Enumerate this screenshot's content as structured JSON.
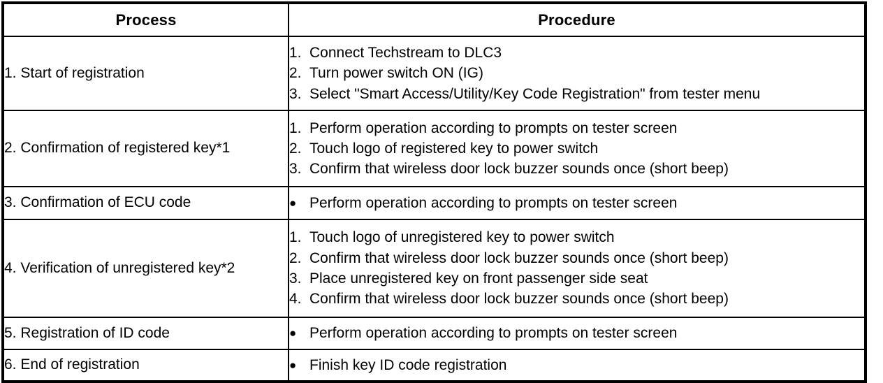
{
  "table": {
    "headers": {
      "process": "Process",
      "procedure": "Procedure"
    },
    "rows": [
      {
        "process": "1. Start of registration",
        "marker_type": "numbered",
        "steps": [
          {
            "marker": "1.",
            "text": "Connect Techstream to DLC3"
          },
          {
            "marker": "2.",
            "text": "Turn power switch ON (IG)"
          },
          {
            "marker": "3.",
            "text": "Select \"Smart Access/Utility/Key Code Registration\" from tester menu"
          }
        ]
      },
      {
        "process": "2. Confirmation of registered key*1",
        "marker_type": "numbered",
        "steps": [
          {
            "marker": "1.",
            "text": "Perform operation according to prompts on tester screen"
          },
          {
            "marker": "2.",
            "text": "Touch logo of registered key to power switch"
          },
          {
            "marker": "3.",
            "text": "Confirm that wireless door lock buzzer sounds once (short beep)"
          }
        ]
      },
      {
        "process": "3. Confirmation of ECU code",
        "marker_type": "bullet",
        "steps": [
          {
            "marker": "●",
            "text": "Perform operation according to prompts on tester screen"
          }
        ]
      },
      {
        "process": "4. Verification of unregistered key*2",
        "marker_type": "numbered",
        "steps": [
          {
            "marker": "1.",
            "text": "Touch logo of unregistered key to power switch"
          },
          {
            "marker": "2.",
            "text": "Confirm that wireless door lock buzzer sounds once (short beep)"
          },
          {
            "marker": "3.",
            "text": "Place unregistered key on front passenger side seat"
          },
          {
            "marker": "4.",
            "text": "Confirm that wireless door lock buzzer sounds once (short beep)"
          }
        ]
      },
      {
        "process": "5. Registration of ID code",
        "marker_type": "bullet",
        "steps": [
          {
            "marker": "●",
            "text": "Perform operation according to prompts on tester screen"
          }
        ]
      },
      {
        "process": "6. End of registration",
        "marker_type": "bullet",
        "steps": [
          {
            "marker": "●",
            "text": "Finish key ID code registration"
          }
        ]
      }
    ]
  },
  "colors": {
    "border": "#000000",
    "text": "#000000",
    "background": "#ffffff"
  }
}
